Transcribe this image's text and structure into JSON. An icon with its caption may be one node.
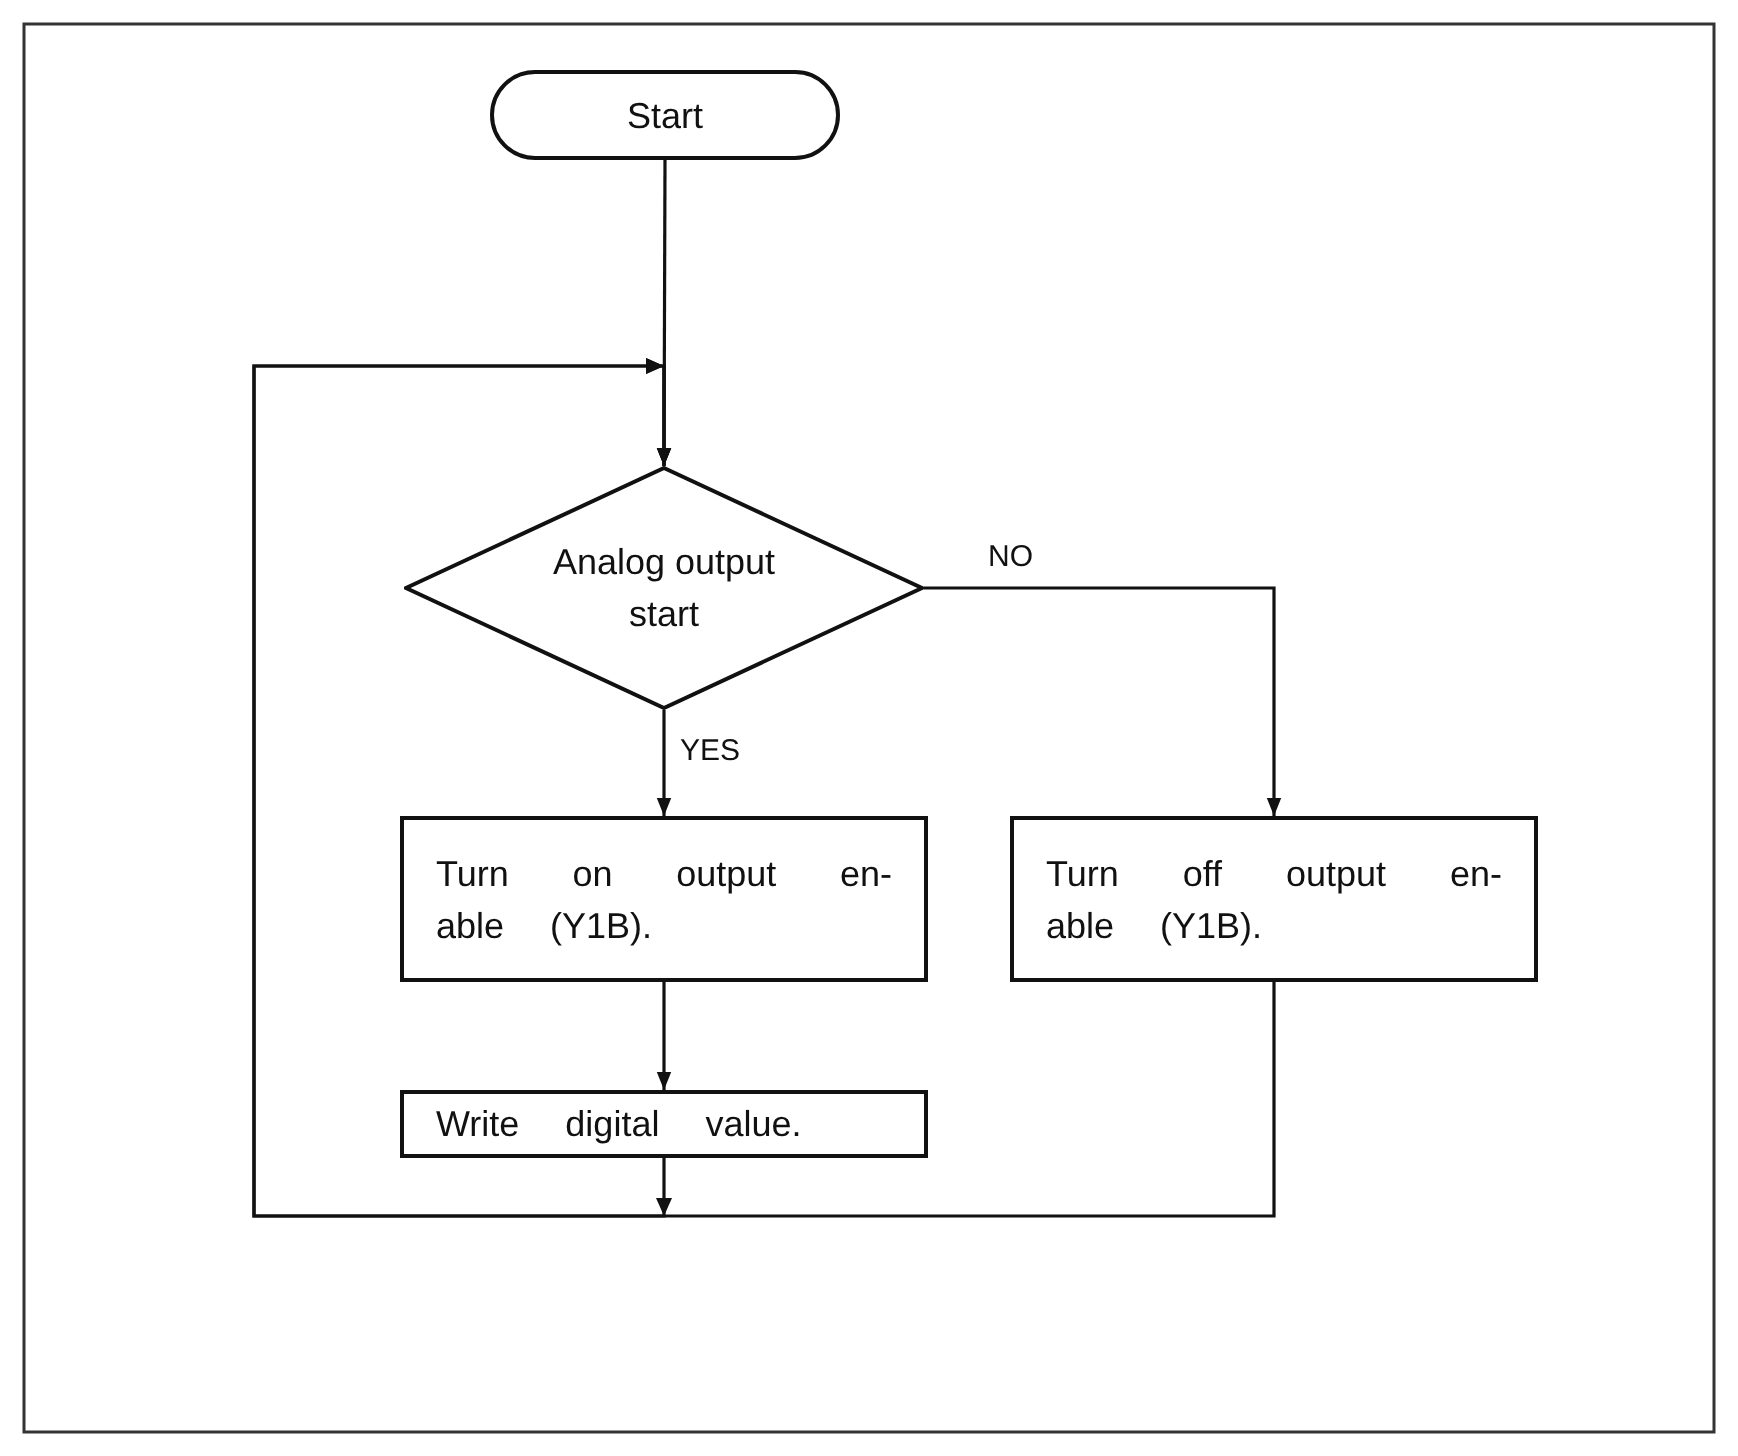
{
  "diagram": {
    "nodes": [
      {
        "text": [
          "Start"
        ]
      },
      {
        "text": [
          "Analog output start"
        ]
      },
      {
        "text": [
          "Turn on output en- able (Y1B)."
        ]
      },
      {
        "text": [
          "Turn off output en- able (Y1B)."
        ]
      },
      {
        "text": [
          "Write digital value."
        ]
      }
    ],
    "edges": [
      {
        "from": 0,
        "to": 1,
        "arrow": "to"
      },
      {
        "from": 1,
        "to": 2,
        "arrow": "to",
        "label": "YES"
      },
      {
        "from": 1,
        "to": 3,
        "arrow": "to",
        "label": "NO"
      },
      {
        "from": 2,
        "to": 4,
        "arrow": "to"
      },
      {
        "from": 4,
        "to": 1,
        "arrow": "to"
      },
      {
        "from": 3,
        "to": 1,
        "arrow": "to"
      }
    ]
  }
}
